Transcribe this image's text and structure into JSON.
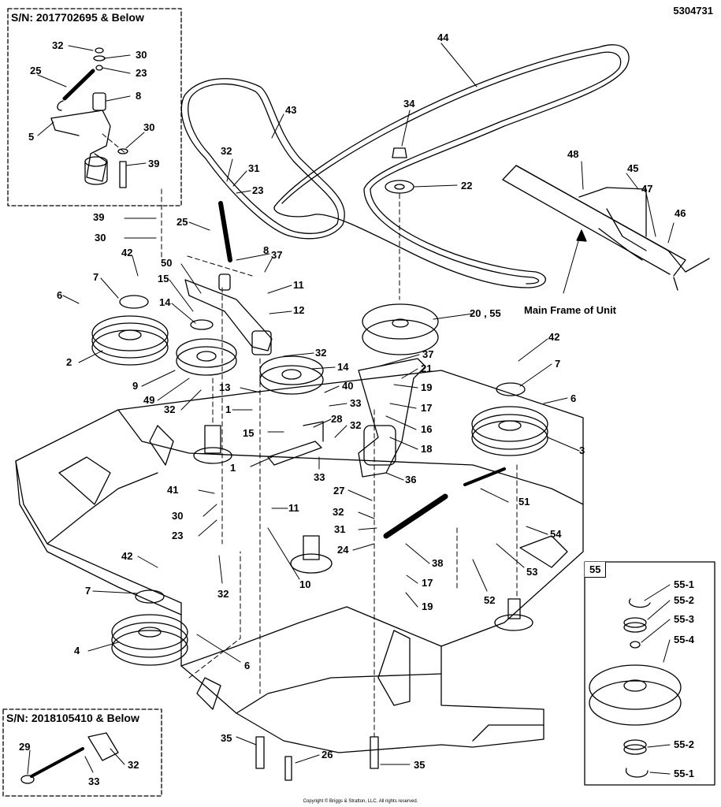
{
  "document": {
    "id": "5304731",
    "copyright": "Copyright © Briggs & Stratton, LLC. All rights reserved."
  },
  "insets": {
    "top_left_label": "S/N: 2017702695 & Below",
    "bottom_left_label": "S/N: 2018105410 & Below",
    "kit_box_label": "55"
  },
  "frame_label": "Main Frame of Unit",
  "callouts": [
    "32",
    "30",
    "23",
    "25",
    "8",
    "5",
    "30",
    "39",
    "44",
    "43",
    "34",
    "22",
    "48",
    "45",
    "47",
    "46",
    "32",
    "31",
    "23",
    "25",
    "39",
    "30",
    "8",
    "37",
    "11",
    "12",
    "42",
    "7",
    "6",
    "2",
    "50",
    "15",
    "14",
    "9",
    "49",
    "32",
    "20 , 55",
    "37",
    "21",
    "19",
    "17",
    "16",
    "18",
    "42",
    "7",
    "6",
    "3",
    "32",
    "14",
    "40",
    "13",
    "1",
    "33",
    "28",
    "15",
    "32",
    "1",
    "33",
    "41",
    "30",
    "23",
    "32",
    "11",
    "10",
    "27",
    "36",
    "51",
    "32",
    "31",
    "24",
    "38",
    "54",
    "53",
    "52",
    "17",
    "19",
    "42",
    "7",
    "4",
    "6",
    "35",
    "26",
    "35",
    "29",
    "33",
    "32",
    "55-1",
    "55-2",
    "55-3",
    "55-4",
    "55-2",
    "55-1"
  ],
  "colors": {
    "line": "#000000",
    "deck": "#ffffff",
    "background": "#ffffff"
  }
}
